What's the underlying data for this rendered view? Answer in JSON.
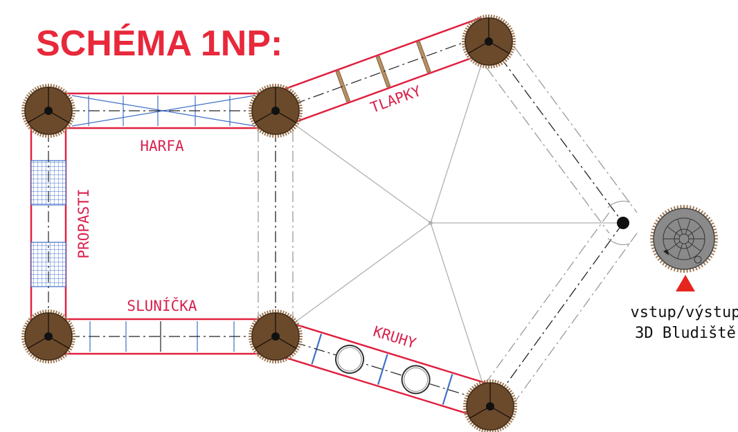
{
  "title": "SCHÉMA 1NP:",
  "sections": {
    "harfa": "HARFA",
    "propasti": "PROPASTI",
    "slunicka": "SLUNÍČKA",
    "tlapky": "TLAPKY",
    "kruhy": "KRUHY"
  },
  "entrance": {
    "line1": "vstup/výstup",
    "line2": "3D Bludiště"
  },
  "colors": {
    "title": "#e8283b",
    "frame": "#e0203f",
    "label": "#d9214d",
    "net": "#3f6fc8",
    "post_wood": "#6b4a2c",
    "post_fringe": "#a07a55",
    "plank": "#b79063",
    "guide": "#b0b0b0",
    "axis": "#222222",
    "hub_gray": "#8a8a8a",
    "arrow": "#e5261f"
  }
}
